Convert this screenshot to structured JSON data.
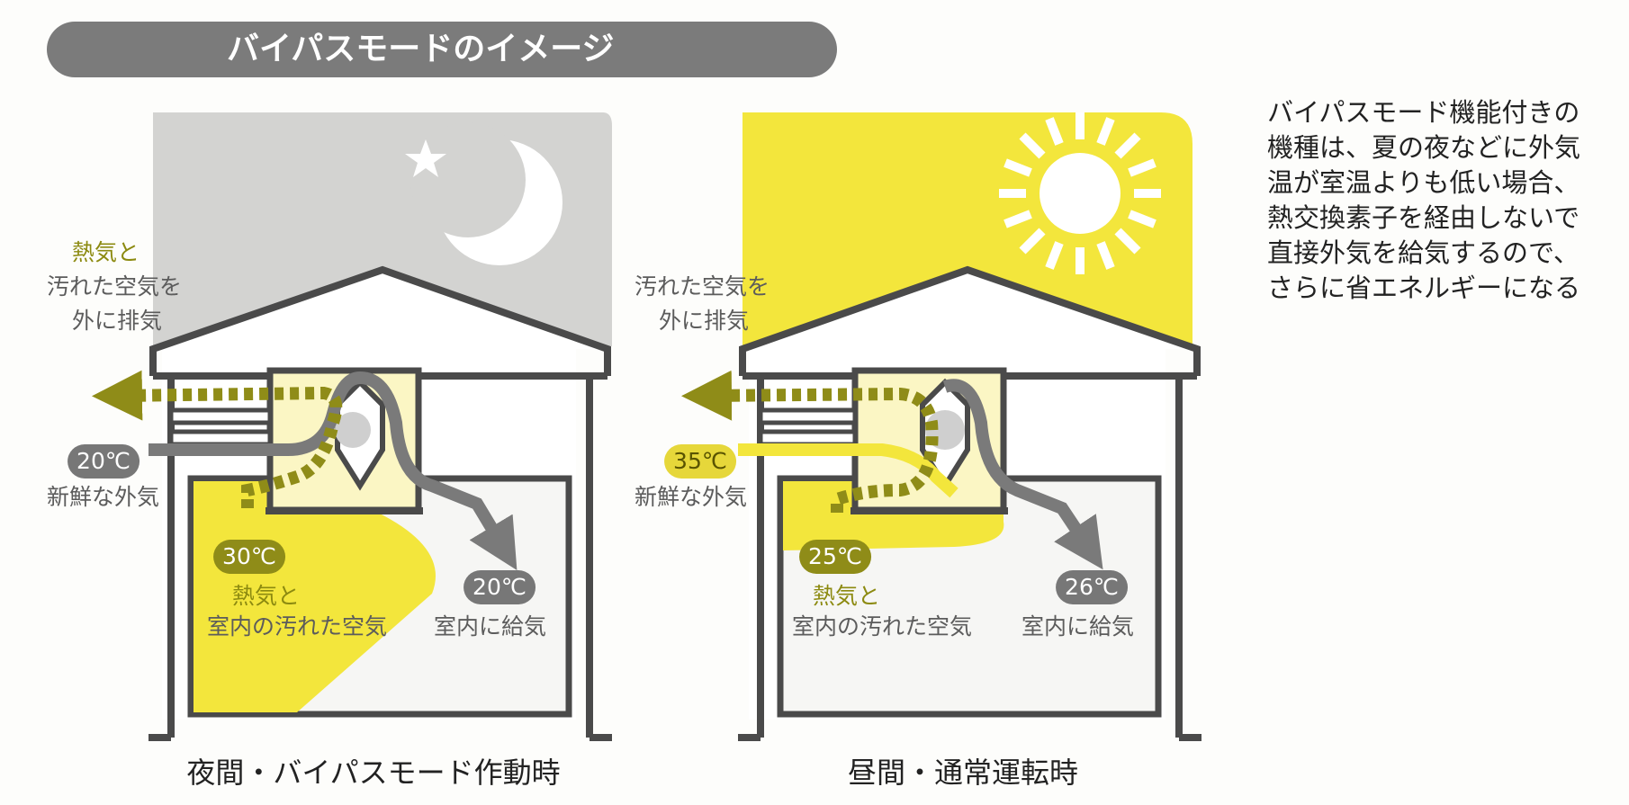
{
  "title": "バイパスモードのイメージ",
  "panels": [
    {
      "caption": "夜間・バイパスモード作動時",
      "exhaust_label_heat": "熱気と",
      "exhaust_label_lines": [
        "汚れた空気を",
        "外に排気"
      ],
      "outdoor_temp": "20℃",
      "outdoor_label": "新鮮な外気",
      "room_temp": "30℃",
      "room_label_heat": "熱気と",
      "room_label": "室内の汚れた空気",
      "supply_temp": "20℃",
      "supply_label": "室内に給気"
    },
    {
      "caption": "昼間・通常運転時",
      "exhaust_label_lines": [
        "汚れた空気を",
        "外に排気"
      ],
      "outdoor_temp": "35℃",
      "outdoor_label": "新鮮な外気",
      "room_temp": "25℃",
      "room_label_heat": "熱気と",
      "room_label": "室内の汚れた空気",
      "supply_temp": "26℃",
      "supply_label": "室内に給気"
    }
  ],
  "description_lines": [
    "バイパスモード機能付きの",
    "機種は、夏の夜などに外気",
    "温が室温よりも低い場合、",
    "熱交換素子を経由しないで",
    "直接外気を給気するので、",
    "さらに省エネルギーになる"
  ],
  "colors": {
    "yellow": "#f3e63c",
    "night_sky": "#d3d3d1",
    "olive": "#8f8c18",
    "dark": "#4a4a4a",
    "gray_flow": "#7a7a7a"
  }
}
